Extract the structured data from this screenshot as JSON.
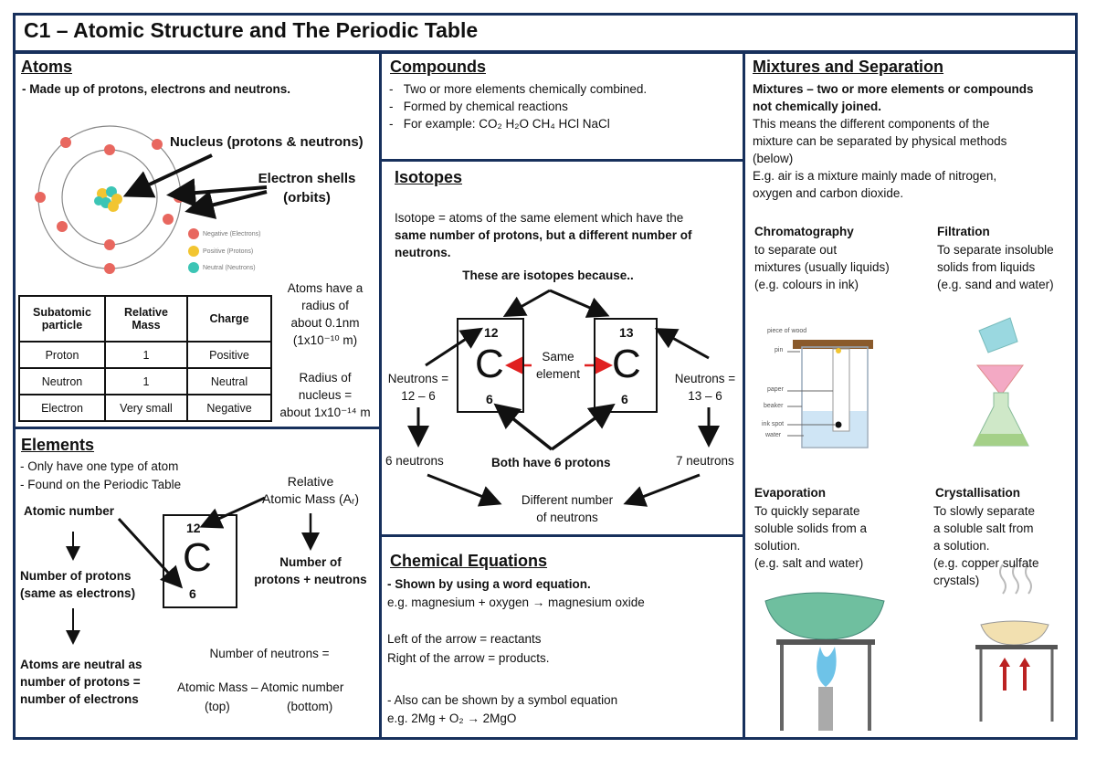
{
  "title": "C1 – Atomic Structure and The Periodic Table",
  "atoms": {
    "heading": "Atoms",
    "bullet": "- Made up of protons, electrons and neutrons.",
    "label_nucleus": "Nucleus (protons & neutrons)",
    "label_shells_1": "Electron shells",
    "label_shells_2": "(orbits)",
    "legend": [
      "Negative (Electrons)",
      "Positive (Protons)",
      "Neutral (Neutrons)"
    ],
    "table_headers": [
      "Subatomic particle",
      "Relative Mass",
      "Charge"
    ],
    "table_rows": [
      [
        "Proton",
        "1",
        "Positive"
      ],
      [
        "Neutron",
        "1",
        "Neutral"
      ],
      [
        "Electron",
        "Very small",
        "Negative"
      ]
    ],
    "radius_text": [
      "Atoms have a",
      "radius of",
      "about 0.1nm",
      "(1x10⁻¹⁰ m)"
    ],
    "nucleus_text": [
      "Radius of",
      "nucleus =",
      "about 1x10⁻¹⁴ m"
    ]
  },
  "elements": {
    "heading": "Elements",
    "bullet1": "- Only have one type of atom",
    "bullet2": "- Found on the Periodic Table",
    "atomic_number": "Atomic number",
    "protons": [
      "Number of protons",
      "(same as electrons)"
    ],
    "neutral": [
      "Atoms are neutral as",
      "number of protons =",
      "number of electrons"
    ],
    "ram": [
      "Relative",
      "Atomic Mass (Aᵣ)"
    ],
    "ram_desc": [
      "Number of",
      "protons + neutrons"
    ],
    "symbol": "C",
    "mass_num": "12",
    "atomic_num": "6",
    "neutrons_eq": "Number of neutrons =",
    "mass_minus": "Atomic Mass – Atomic number",
    "top": "(top)",
    "bottom": "(bottom)"
  },
  "compounds": {
    "heading": "Compounds",
    "b1": "Two or more elements chemically combined.",
    "b2": "Formed by chemical reactions",
    "b3": "For example:  CO₂    H₂O    CH₄    HCl    NaCl"
  },
  "isotopes": {
    "heading": "Isotopes",
    "def": [
      "Isotope = atoms of the same element which have the",
      "same number of protons, but a different number of",
      "neutrons."
    ],
    "because": "These are isotopes because..",
    "left_mass": "12",
    "right_mass": "13",
    "symbol": "C",
    "num": "6",
    "same": [
      "Same",
      "element"
    ],
    "neutrons_left": [
      "Neutrons =",
      "12 – 6"
    ],
    "neutrons_right": [
      "Neutrons =",
      "13 – 6"
    ],
    "six_neutrons": "6 neutrons",
    "seven_neutrons": "7 neutrons",
    "both": "Both have 6 protons",
    "different": [
      "Different number",
      "of neutrons"
    ]
  },
  "equations": {
    "heading": "Chemical Equations",
    "l1": "- Shown by using a word equation.",
    "l2": "e.g. magnesium + oxygen → magnesium oxide",
    "l3": "Left of the arrow = reactants",
    "l4": "Right of the arrow = products.",
    "l5": "- Also can be shown by a symbol equation",
    "l6": "e.g. 2Mg + O₂ → 2MgO"
  },
  "mixtures": {
    "heading": "Mixtures and Separation",
    "p1": "Mixtures – two or more elements or compounds",
    "p2": "not chemically joined.",
    "p3": "This means the different components of the",
    "p4": "mixture can be separated by physical methods",
    "p5": "(below)",
    "p6": "E.g. air is a mixture mainly made of nitrogen,",
    "p7": "oxygen and carbon dioxide.",
    "chrom_title": "Chromatography",
    "chrom": [
      " to separate out",
      "mixtures (usually liquids)",
      "(e.g. colours in ink)"
    ],
    "filt_title": "Filtration",
    "filt": [
      "To separate insoluble",
      "solids from liquids",
      "(e.g. sand and water)"
    ],
    "chrom_labels": [
      "piece of wood",
      "pin",
      "paper",
      "beaker",
      "ink spot",
      "water"
    ],
    "evap_title": "Evaporation",
    "evap": [
      "To quickly separate",
      "soluble solids from a",
      "solution.",
      "(e.g. salt and water)"
    ],
    "cryst_title": "Crystallisation",
    "cryst": [
      "To slowly separate",
      "a soluble salt from",
      "a solution.",
      "(e.g. copper sulfate",
      "crystals)"
    ]
  },
  "colors": {
    "border": "#17305c",
    "electron": "#e8675f",
    "proton": "#f2c531",
    "neutron": "#3cc5b5",
    "red_arrow": "#e02020"
  }
}
